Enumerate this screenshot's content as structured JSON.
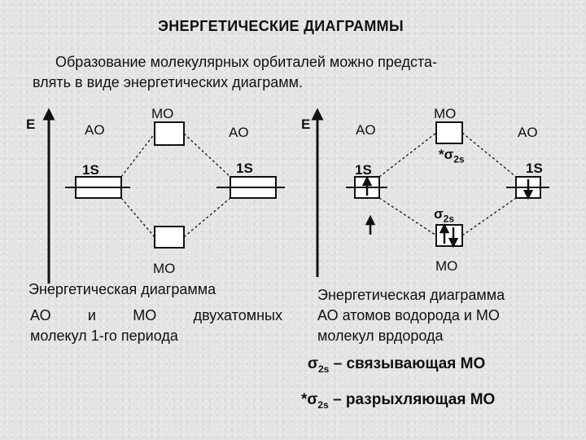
{
  "title": "ЭНЕРГЕТИЧЕСКИЕ ДИАГРАММЫ",
  "intro": {
    "line1": "Образование молекулярных орбиталей можно предста-",
    "line2": "влять в виде энергетических диаграмм."
  },
  "left": {
    "energy_axis": "E",
    "ao_left": "AO",
    "ao_right": "AO",
    "mo_top": "MO",
    "mo_bottom": "MO",
    "orbital_left": "1S",
    "orbital_right": "1S",
    "caption_line1": "Энергетическая диаграмма",
    "caption_line2_words": [
      "АО",
      "и",
      "МО",
      "двухатомных"
    ],
    "caption_line3": "молекул 1-го периода"
  },
  "right": {
    "energy_axis": "E",
    "ao_left": "AO",
    "ao_right": "AO",
    "mo_top": "MO",
    "mo_bottom": "MO",
    "orbital_left": "1S",
    "orbital_right": "1S",
    "antibonding_label": {
      "prefix": "*σ",
      "sub": "2s"
    },
    "bonding_label": {
      "prefix": "σ",
      "sub": "2s"
    },
    "caption_line1": "Энергетическая диаграмма",
    "caption_line2": "АО атомов водорода и МО",
    "caption_line3": "молекул врдорода"
  },
  "legend": {
    "bonding": {
      "symbol": "σ",
      "sub": "2s",
      "text": " – связывающая МО"
    },
    "antibonding": {
      "symbol": "*σ",
      "sub": "2s",
      "text": " – разрыхляющая МО"
    }
  }
}
